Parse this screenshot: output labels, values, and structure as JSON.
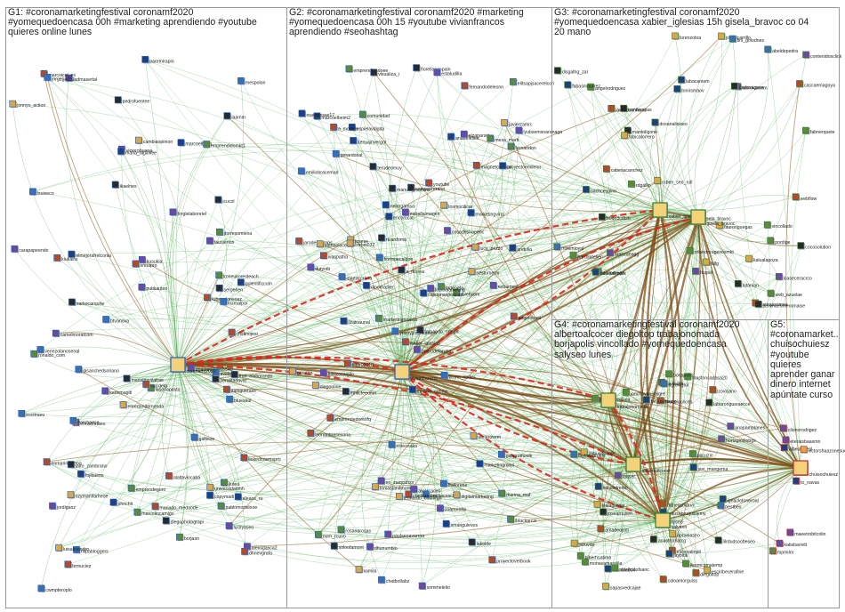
{
  "groups": [
    {
      "id": "G1",
      "title": "G1: #coronamarketingfestival coronamf2020\n#yomequedoencasa 00h #marketing aprendiendo #youtube\nquieres online lunes",
      "color": "#1f5fbf"
    },
    {
      "id": "G2",
      "title": "G2: #coronamarketingfestival coronamf2020 #marketing\n#yomequedoencasa 00h 15 #youtube vivianfrancos\naprendiendo #seohashtag",
      "color": "#1f5fbf"
    },
    {
      "id": "G3",
      "title": "G3: #coronamarketingfestival coronamf2020\n#yomequedoencasa xabier_iglesias 15h gisela_bravoc co 04\n20 mano",
      "color": "#2e7d32"
    },
    {
      "id": "G4",
      "title": "G4: #coronamarketingfestival coronamf2020\nalbertoalcocer diegoltop trabajonomada\nborjapolis vincollado #yomequedoencasa\nsalyseo lunes",
      "color": "#2e7d32"
    },
    {
      "id": "G5",
      "title": "G5: #coronamarket...\nchuisochuiesz\n#youtube\nquieres\naprender ganar\ndinero internet\napúntate curso",
      "color": "#c62828"
    }
  ],
  "hubs": [
    {
      "group": "G1",
      "name": "coronamf2020"
    },
    {
      "group": "G2",
      "name": "vivianfrancos"
    },
    {
      "group": "G3",
      "name": "xabier_iglesias"
    },
    {
      "group": "G3",
      "name": "gisela_bravoc"
    },
    {
      "group": "G4",
      "name": "albertoalcocer"
    },
    {
      "group": "G4",
      "name": "trabajonomada"
    },
    {
      "group": "G4",
      "name": "salyseo"
    },
    {
      "group": "G5",
      "name": "chuisochuiesz"
    }
  ],
  "nodes": {
    "G1": [
      "polentificcum",
      "emprendeguro",
      "marcoelbeim",
      "ikaelnes",
      "icucol",
      "viciorgbuena",
      "zahiguerass",
      "universidadmh",
      "cwmpteroplo",
      "jlulea",
      "sergehen",
      "gisanchedsoriano",
      "fojibuens",
      "carapapeendo",
      "copymadi",
      "jordiganz",
      "peralitadavid",
      "hilpabloggers",
      "alexsgasca2",
      "marcolincamigo",
      "venezolanosenal",
      "kusukia",
      "kiukaira",
      "ladmasertal",
      "marcoicol_es",
      "bluexaul",
      "alaltaviocaba",
      "koneukoresteach",
      "borjasn",
      "linkedncemspro",
      "gailteze",
      "jonnyu_action",
      "pedrofuentee",
      "anacard70665540",
      "pablomortelnoe",
      "camelmoratcom",
      "cristinojesi",
      "enmarinosteoa",
      "emvienuaeu",
      "karinmagiti",
      "tausienon",
      "aleaos_ru",
      "lsuixeco",
      "ronaldo_com",
      "elmejorafrelconia",
      "phrichli",
      "btvanova",
      "avelisz",
      "mespolon",
      "maria_digibitee",
      "sarkocarqurle",
      "enriapro",
      "rubenalonsoaz",
      "ozymanifarheoe",
      "lozmalpar",
      "fran_elaborando",
      "luisalejandro",
      "lasoriaposto",
      "lucilyaseo",
      "earchaese",
      "manoliocalatrae",
      "forglelabonriel",
      "mariado_medaode",
      "emprendidomkt1",
      "diegophotograpi",
      "publiauteo",
      "jairo_zambrano",
      "cambiaopinion",
      "jtorresomiena",
      "dhnevgrafa",
      "sarrdeta",
      "laamm",
      "brmuciez",
      "escitraeu",
      "jorgegadaz",
      "paremirapin",
      "enredandomenda"
    ],
    "G2": [
      "emprendedoresfq",
      "jarodesacrnos",
      "tomasjanifmariep",
      "fernandodeleonn",
      "lucy_pezzo",
      "espielavdigita",
      "marcoelbeim2",
      "zoomnorte",
      "youtube",
      "sommelelio",
      "ruiebcom",
      "iblackarcio",
      "soloofamont",
      "leonardoasesoria",
      "dutyntb",
      "marketingviral",
      "estrellaimagen",
      "diagonline",
      "marketingboasia",
      "capitanaspodcast",
      "cesadeshapenc",
      "angelotrael",
      "roanarosas17",
      "josese",
      "alcarcaces",
      "aridulia",
      "rosanarosas",
      "neirogamsa",
      "ignacio_conejo",
      "kenyainvergot",
      "magnetcaboral",
      "fiorellanespain",
      "ricardoma",
      "lyubsemsnaranaga",
      "alanbirlacentro",
      "chatbotlabz",
      "emprendiandoee",
      "comunidad",
      "geretiro",
      "kamila",
      "dinomaster",
      "fernando_ortega",
      "mediacoach",
      "estaludilla",
      "martaccrona",
      "compuvrerano",
      "lozrsmarketing",
      "visualiza_i",
      "digitalmarketing",
      "fadepeta",
      "kdsr02010",
      "ctedcambra",
      "ilzainaunal",
      "leonardo_conflegh",
      "pedrodelaruba",
      "nebamelo",
      "frailorenz",
      "javierzamrc",
      "esteosaka",
      "anabelmilor",
      "emiliobraceman",
      "proyectoemilenn",
      "emilcteeumn",
      "terudeomuy",
      "isabel_iglesias",
      "lakolde",
      "bestumerm",
      "corbei032",
      "elitsapjsacerelcoh",
      "marina_maf",
      "luisjzosaigilo",
      "tosmocilicar",
      "fiormpecalque",
      "paulaeoavarrna",
      "elzaparsoi",
      "smangulevos",
      "ericomcat",
      "marketingmejo",
      "dhunumbio",
      "a_molado",
      "mesa_marti",
      "proyectoverbook",
      "gerardorial",
      "fernandon",
      "a_morea",
      "eo_zaiqcatcor",
      "ourn_rcuvo",
      "uloterosem",
      "yosoyjcn_ncenero",
      "ivaspatha",
      "gaspromostk",
      "bruno_cortes",
      "manuel_moreno"
    ],
    "G3": [
      "abeldepedra",
      "lorenzotoa",
      "disgalhg_zar",
      "angelrodriguez",
      "dariomega",
      "mantoligone",
      "contenidosclick",
      "ruben_seo_rull",
      "lcaseceracrco",
      "labrolcaoem",
      "webflow",
      "fabnerquete",
      "cascaemagoya",
      "carlosagnos",
      "bartojasomaa",
      "perendenmeromaise",
      "vincollado",
      "fabasmaurrez",
      "labacaniem",
      "latanian",
      "jorgalcarrillo",
      "fabicalorrero",
      "finl_golodnes",
      "miremloyal",
      "fauroriguegas",
      "bardaatelier",
      "rdgallin",
      "gisela_bravoc",
      "orlandoragesosmkt",
      "tamilecoras",
      "davidalvares",
      "pordige",
      "cocosolution",
      "dosanalisiseo",
      "web_azuelae",
      "cabesacanchez",
      "nachcespino",
      "kalualapoza",
      "tonirsmaov",
      "aranzaeegg",
      "lauraoconrarez",
      "nodo3cdcm",
      "huguil",
      "lullg"
    ],
    "G4": [
      "amadeojsm",
      "monseamarelila",
      "hortsgrnilinbgs",
      "bruneiucrices",
      "eliconalmpil",
      "jlesmcgmatemp",
      "diegoltop",
      "vincollado4",
      "jsiruvdo",
      "pacuzio",
      "masfonsadosa20",
      "adnesphiqua",
      "jonchayanivalgre",
      "anapamplanes",
      "ignaclotoneroal",
      "caloamorguiss",
      "salyseo",
      "alpeliciosfsanc",
      "lcmutelrenio",
      "borjapolis",
      "anastrumatcg",
      "biberhsatimo",
      "beyusensejo",
      "esciribecerafine",
      "lilrdudsoobeseo",
      "aprueiaseo",
      "lzovicano",
      "lausec",
      "pabloaeroaoos",
      "elalaglayjar",
      "jamusdbonfe",
      "pestbes",
      "javiladra",
      "laylacedrulos",
      "sapasvedcajae",
      "joseamusen",
      "ogrowgtor",
      "jaybink",
      "javi_mangema",
      "laburongusraecce",
      "jesusabruquisiemy"
    ],
    "G5": [
      "katisbarrett",
      "albeobmesl",
      "clionorodrigez",
      "mpmilor",
      "to_navas",
      "maeetrobitcolin",
      "eteraisbaasmn",
      "victorshaazonesue"
    ]
  }
}
